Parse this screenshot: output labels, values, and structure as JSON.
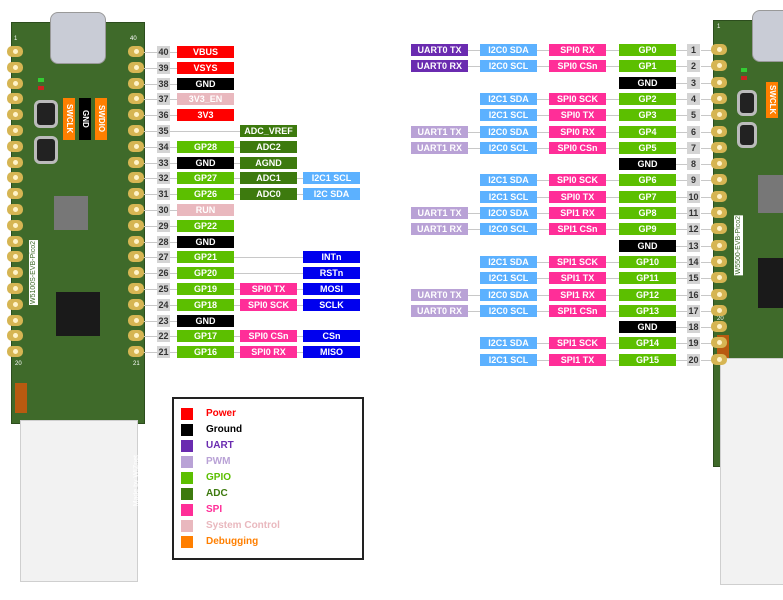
{
  "colors": {
    "power": "#ff0000",
    "ground": "#000000",
    "uart": "#6a2bb0",
    "pwm": "#b9a2d6",
    "gpio": "#5cbf00",
    "adc": "#3d7a0e",
    "spi": "#ff2e98",
    "sysctl": "#e9b8be",
    "debug": "#ff7f00",
    "i2c": "#5cb1ff",
    "wiznet": "#0000ee"
  },
  "left_board": {
    "model_label": "W5100S-EVB-Pico2",
    "maker_label": "Made by WIZnet",
    "pin_1_label": "1",
    "pin_40_label": "40",
    "pin_20_label": "20",
    "pin_21_label": "21",
    "debug_header": [
      {
        "text": "SWCLK",
        "type": "debug"
      },
      {
        "text": "GND",
        "type": "ground"
      },
      {
        "text": "SWDIO",
        "type": "debug"
      }
    ]
  },
  "right_board": {
    "model_label": "W5500-EVB-Pico2",
    "pin_1_label": "1",
    "pin_20_label": "20",
    "debug_label": "SWCLK"
  },
  "left_pins": [
    {
      "num": "40",
      "labels": [
        {
          "text": "VBUS",
          "type": "power"
        },
        null,
        null
      ]
    },
    {
      "num": "39",
      "labels": [
        {
          "text": "VSYS",
          "type": "power"
        },
        null,
        null
      ]
    },
    {
      "num": "38",
      "labels": [
        {
          "text": "GND",
          "type": "ground"
        },
        null,
        null
      ]
    },
    {
      "num": "37",
      "labels": [
        {
          "text": "3V3_EN",
          "type": "sysctl"
        },
        null,
        null
      ]
    },
    {
      "num": "36",
      "labels": [
        {
          "text": "3V3",
          "type": "power"
        },
        null,
        null
      ]
    },
    {
      "num": "35",
      "labels": [
        null,
        {
          "text": "ADC_VREF",
          "type": "adc"
        },
        null
      ]
    },
    {
      "num": "34",
      "labels": [
        {
          "text": "GP28",
          "type": "gpio"
        },
        {
          "text": "ADC2",
          "type": "adc"
        },
        null
      ]
    },
    {
      "num": "33",
      "labels": [
        {
          "text": "GND",
          "type": "ground"
        },
        {
          "text": "AGND",
          "type": "adc"
        },
        null
      ]
    },
    {
      "num": "32",
      "labels": [
        {
          "text": "GP27",
          "type": "gpio"
        },
        {
          "text": "ADC1",
          "type": "adc"
        },
        {
          "text": "I2C1 SCL",
          "type": "i2c"
        }
      ]
    },
    {
      "num": "31",
      "labels": [
        {
          "text": "GP26",
          "type": "gpio"
        },
        {
          "text": "ADC0",
          "type": "adc"
        },
        {
          "text": "I2C SDA",
          "type": "i2c"
        }
      ]
    },
    {
      "num": "30",
      "labels": [
        {
          "text": "RUN",
          "type": "sysctl"
        },
        null,
        null
      ]
    },
    {
      "num": "29",
      "labels": [
        {
          "text": "GP22",
          "type": "gpio"
        },
        null,
        null
      ]
    },
    {
      "num": "28",
      "labels": [
        {
          "text": "GND",
          "type": "ground"
        },
        null,
        null
      ]
    },
    {
      "num": "27",
      "labels": [
        {
          "text": "GP21",
          "type": "gpio"
        },
        null,
        {
          "text": "INTn",
          "type": "wiznet"
        }
      ]
    },
    {
      "num": "26",
      "labels": [
        {
          "text": "GP20",
          "type": "gpio"
        },
        null,
        {
          "text": "RSTn",
          "type": "wiznet"
        }
      ]
    },
    {
      "num": "25",
      "labels": [
        {
          "text": "GP19",
          "type": "gpio"
        },
        {
          "text": "SPI0 TX",
          "type": "spi"
        },
        {
          "text": "MOSI",
          "type": "wiznet"
        }
      ]
    },
    {
      "num": "24",
      "labels": [
        {
          "text": "GP18",
          "type": "gpio"
        },
        {
          "text": "SPI0 SCK",
          "type": "spi"
        },
        {
          "text": "SCLK",
          "type": "wiznet"
        }
      ]
    },
    {
      "num": "23",
      "labels": [
        {
          "text": "GND",
          "type": "ground"
        },
        null,
        null
      ]
    },
    {
      "num": "22",
      "labels": [
        {
          "text": "GP17",
          "type": "gpio"
        },
        {
          "text": "SPI0 CSn",
          "type": "spi"
        },
        {
          "text": "CSn",
          "type": "wiznet"
        }
      ]
    },
    {
      "num": "21",
      "labels": [
        {
          "text": "GP16",
          "type": "gpio"
        },
        {
          "text": "SPI0 RX",
          "type": "spi"
        },
        {
          "text": "MISO",
          "type": "wiznet"
        }
      ]
    }
  ],
  "right_pins": [
    {
      "num": "1",
      "labels": [
        {
          "text": "UART0 TX",
          "type": "uart"
        },
        {
          "text": "I2C0 SDA",
          "type": "i2c"
        },
        {
          "text": "SPI0 RX",
          "type": "spi"
        },
        {
          "text": "GP0",
          "type": "gpio"
        }
      ]
    },
    {
      "num": "2",
      "labels": [
        {
          "text": "UART0 RX",
          "type": "uart"
        },
        {
          "text": "I2C0 SCL",
          "type": "i2c"
        },
        {
          "text": "SPI0 CSn",
          "type": "spi"
        },
        {
          "text": "GP1",
          "type": "gpio"
        }
      ]
    },
    {
      "num": "3",
      "labels": [
        null,
        null,
        null,
        {
          "text": "GND",
          "type": "ground"
        }
      ]
    },
    {
      "num": "4",
      "labels": [
        null,
        {
          "text": "I2C1 SDA",
          "type": "i2c"
        },
        {
          "text": "SPI0 SCK",
          "type": "spi"
        },
        {
          "text": "GP2",
          "type": "gpio"
        }
      ]
    },
    {
      "num": "5",
      "labels": [
        null,
        {
          "text": "I2C1 SCL",
          "type": "i2c"
        },
        {
          "text": "SPI0 TX",
          "type": "spi"
        },
        {
          "text": "GP3",
          "type": "gpio"
        }
      ]
    },
    {
      "num": "6",
      "labels": [
        {
          "text": "UART1 TX",
          "type": "pwm"
        },
        {
          "text": "I2C0 SDA",
          "type": "i2c"
        },
        {
          "text": "SPI0 RX",
          "type": "spi"
        },
        {
          "text": "GP4",
          "type": "gpio"
        }
      ]
    },
    {
      "num": "7",
      "labels": [
        {
          "text": "UART1 RX",
          "type": "pwm"
        },
        {
          "text": "I2C0 SCL",
          "type": "i2c"
        },
        {
          "text": "SPI0 CSn",
          "type": "spi"
        },
        {
          "text": "GP5",
          "type": "gpio"
        }
      ]
    },
    {
      "num": "8",
      "labels": [
        null,
        null,
        null,
        {
          "text": "GND",
          "type": "ground"
        }
      ]
    },
    {
      "num": "9",
      "labels": [
        null,
        {
          "text": "I2C1 SDA",
          "type": "i2c"
        },
        {
          "text": "SPI0 SCK",
          "type": "spi"
        },
        {
          "text": "GP6",
          "type": "gpio"
        }
      ]
    },
    {
      "num": "10",
      "labels": [
        null,
        {
          "text": "I2C1 SCL",
          "type": "i2c"
        },
        {
          "text": "SPI0 TX",
          "type": "spi"
        },
        {
          "text": "GP7",
          "type": "gpio"
        }
      ]
    },
    {
      "num": "11",
      "labels": [
        {
          "text": "UART1 TX",
          "type": "pwm"
        },
        {
          "text": "I2C0 SDA",
          "type": "i2c"
        },
        {
          "text": "SPI1 RX",
          "type": "spi"
        },
        {
          "text": "GP8",
          "type": "gpio"
        }
      ]
    },
    {
      "num": "12",
      "labels": [
        {
          "text": "UART1 RX",
          "type": "pwm"
        },
        {
          "text": "I2C0 SCL",
          "type": "i2c"
        },
        {
          "text": "SPI1 CSn",
          "type": "spi"
        },
        {
          "text": "GP9",
          "type": "gpio"
        }
      ]
    },
    {
      "num": "13",
      "labels": [
        null,
        null,
        null,
        {
          "text": "GND",
          "type": "ground"
        }
      ]
    },
    {
      "num": "14",
      "labels": [
        null,
        {
          "text": "I2C1 SDA",
          "type": "i2c"
        },
        {
          "text": "SPI1 SCK",
          "type": "spi"
        },
        {
          "text": "GP10",
          "type": "gpio"
        }
      ]
    },
    {
      "num": "15",
      "labels": [
        null,
        {
          "text": "I2C1 SCL",
          "type": "i2c"
        },
        {
          "text": "SPI1 TX",
          "type": "spi"
        },
        {
          "text": "GP11",
          "type": "gpio"
        }
      ]
    },
    {
      "num": "16",
      "labels": [
        {
          "text": "UART0 TX",
          "type": "pwm"
        },
        {
          "text": "I2C0 SDA",
          "type": "i2c"
        },
        {
          "text": "SPI1 RX",
          "type": "spi"
        },
        {
          "text": "GP12",
          "type": "gpio"
        }
      ]
    },
    {
      "num": "17",
      "labels": [
        {
          "text": "UART0 RX",
          "type": "pwm"
        },
        {
          "text": "I2C0 SCL",
          "type": "i2c"
        },
        {
          "text": "SPI1 CSn",
          "type": "spi"
        },
        {
          "text": "GP13",
          "type": "gpio"
        }
      ]
    },
    {
      "num": "18",
      "labels": [
        null,
        null,
        null,
        {
          "text": "GND",
          "type": "ground"
        }
      ]
    },
    {
      "num": "19",
      "labels": [
        null,
        {
          "text": "I2C1 SDA",
          "type": "i2c"
        },
        {
          "text": "SPI1 SCK",
          "type": "spi"
        },
        {
          "text": "GP14",
          "type": "gpio"
        }
      ]
    },
    {
      "num": "20",
      "labels": [
        null,
        {
          "text": "I2C1 SCL",
          "type": "i2c"
        },
        {
          "text": "SPI1 TX",
          "type": "spi"
        },
        {
          "text": "GP15",
          "type": "gpio"
        }
      ]
    }
  ],
  "legend": [
    {
      "text": "Power",
      "type": "power"
    },
    {
      "text": "Ground",
      "type": "ground"
    },
    {
      "text": "UART",
      "type": "uart"
    },
    {
      "text": "PWM",
      "type": "pwm"
    },
    {
      "text": "GPIO",
      "type": "gpio"
    },
    {
      "text": "ADC",
      "type": "adc"
    },
    {
      "text": "SPI",
      "type": "spi"
    },
    {
      "text": "System Control",
      "type": "sysctl"
    },
    {
      "text": "Debugging",
      "type": "debug"
    }
  ]
}
